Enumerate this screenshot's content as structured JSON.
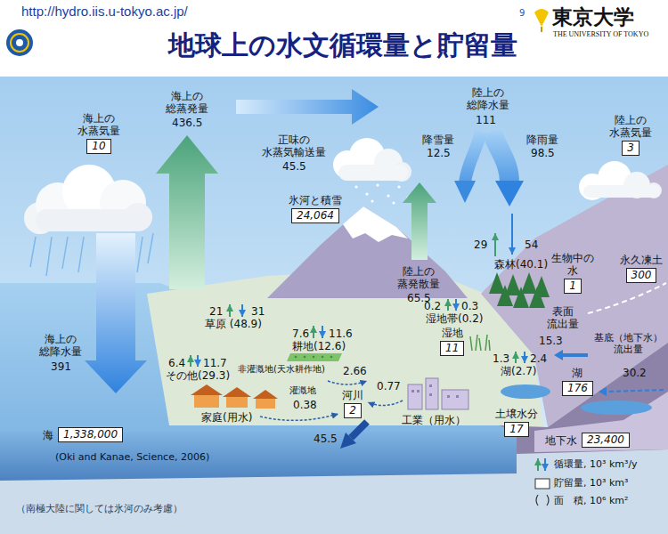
{
  "diagram": {
    "title": "地球上の水文循環量と貯留量",
    "nodes": [
      {
        "text": [
          "海上の 水蒸気量",
          "10"
        ]
      },
      {
        "text": [
          "氷河と積雪",
          "24,064"
        ]
      },
      {
        "text": [
          "陸上の 水蒸気量",
          "3"
        ]
      },
      {
        "text": [
          "生物中の 水",
          "1"
        ]
      },
      {
        "text": [
          "永久凍土",
          "300"
        ]
      },
      {
        "text": [
          "湿地",
          "11"
        ]
      },
      {
        "text": [
          "湖",
          "176"
        ]
      },
      {
        "text": [
          "河川",
          "2"
        ]
      },
      {
        "text": [
          "土壌水分",
          "17"
        ]
      },
      {
        "text": [
          "海",
          "1,338,000"
        ]
      },
      {
        "text": [
          "地下水",
          "23,400"
        ]
      }
    ],
    "labels": [
      "http://hydro.iis.u-tokyo.ac.jp/",
      "9",
      "東京大学",
      "THE UNIVERSITY OF TOKYO",
      "海上の 総蒸発量",
      "436.5",
      "陸上の 総降水量",
      "111",
      "降雪量",
      "12.5",
      "降雨量",
      "98.5",
      "正味の 水蒸気輸送量",
      "45.5",
      "陸上の 蒸発散量",
      "65.5",
      "29",
      "54",
      "森林(40.1)",
      "21",
      "31",
      "草原 (48.9)",
      "0.2",
      "0.3",
      "湿地帯(0.2)",
      "表面 流出量",
      "15.3",
      "海上の 総降水量",
      "391",
      "7.6",
      "11.6",
      "耕地(12.6)",
      "基底（地下水） 流出量",
      "30.2",
      "6.4",
      "11.7",
      "その他(29.3)",
      "非灌漑地(天水耕作地)",
      "1.3",
      "2.4",
      "湖(2.7)",
      "2.66",
      "0.77",
      "灌漑地",
      "0.38",
      "家庭(用水)",
      "工業（用水）",
      "45.5",
      "(Oki and Kanae, Science, 2006)",
      "（南極大陸に関しては氷河のみ考慮）"
    ],
    "legend": [
      {
        "text": "循環量, 10³ km³/y"
      },
      {
        "text": "貯留量, 10³ km³"
      },
      {
        "text": "面　積, 10⁶ km²"
      }
    ]
  }
}
